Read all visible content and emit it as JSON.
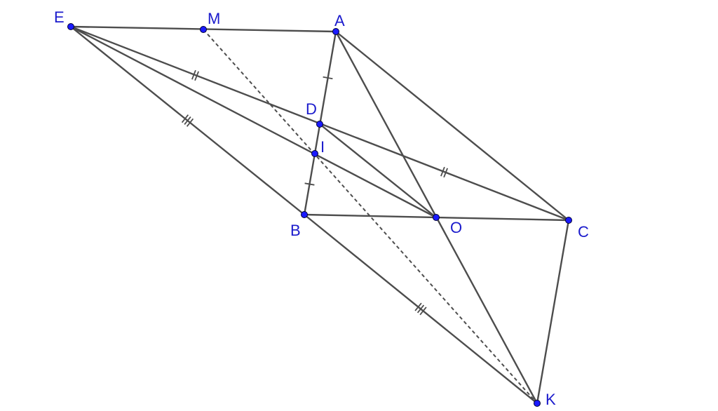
{
  "points": [
    {
      "id": "E",
      "label": "E"
    },
    {
      "id": "M",
      "label": "M"
    },
    {
      "id": "A",
      "label": "A"
    },
    {
      "id": "D",
      "label": "D"
    },
    {
      "id": "I",
      "label": "I"
    },
    {
      "id": "B",
      "label": "B"
    },
    {
      "id": "O",
      "label": "O"
    },
    {
      "id": "C",
      "label": "C"
    },
    {
      "id": "K",
      "label": "K"
    }
  ],
  "segments": [
    [
      "E",
      "A"
    ],
    [
      "E",
      "C"
    ],
    [
      "E",
      "O"
    ],
    [
      "E",
      "B"
    ],
    [
      "A",
      "B"
    ],
    [
      "A",
      "C"
    ],
    [
      "A",
      "K"
    ],
    [
      "B",
      "C"
    ],
    [
      "B",
      "K"
    ],
    [
      "C",
      "K"
    ],
    [
      "D",
      "O"
    ]
  ],
  "dashed_segments": [
    [
      "M",
      "K"
    ]
  ],
  "equal_marks": [
    {
      "segment": [
        "A",
        "D"
      ],
      "ticks": 1
    },
    {
      "segment": [
        "I",
        "B"
      ],
      "ticks": 1
    },
    {
      "segment": [
        "E",
        "D"
      ],
      "ticks": 2
    },
    {
      "segment": [
        "D",
        "C"
      ],
      "ticks": 2
    },
    {
      "segment": [
        "E",
        "B"
      ],
      "ticks": 3
    },
    {
      "segment": [
        "B",
        "K"
      ],
      "ticks": 3
    }
  ],
  "colors": {
    "line": "#4d4d4d",
    "point": "#1a1aff",
    "label": "#1a1acc"
  }
}
